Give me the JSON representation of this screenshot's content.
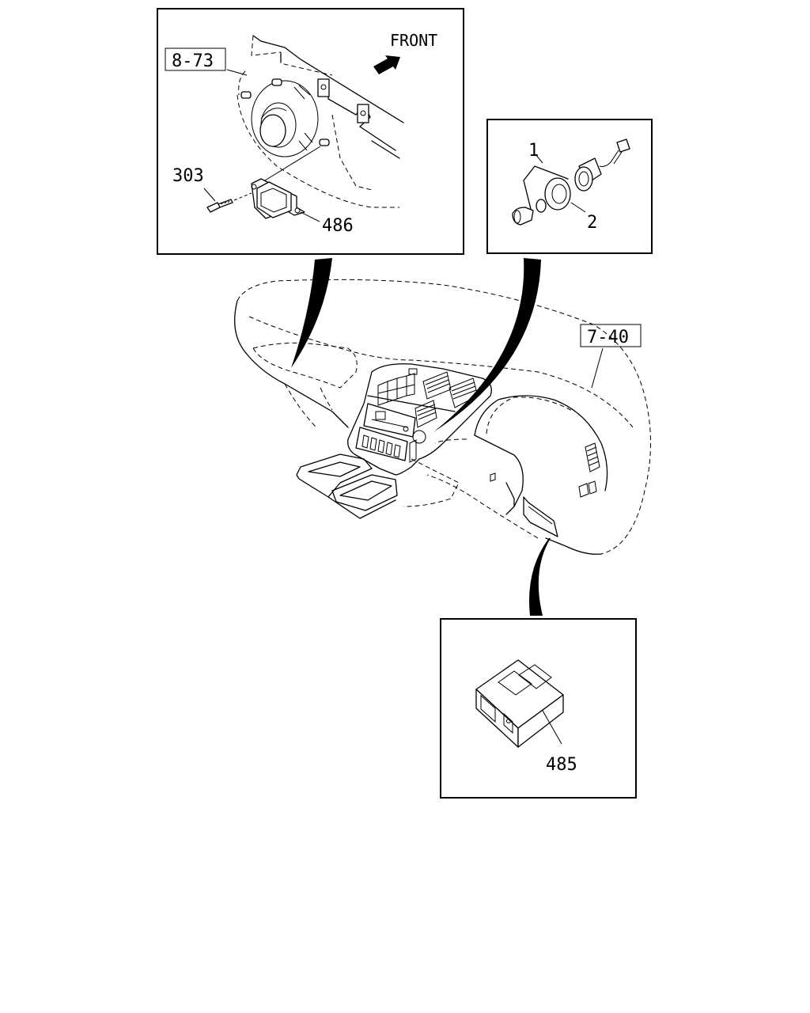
{
  "callouts": {
    "ref_8_73": "8-73",
    "ref_7_40": "7-40",
    "part_303": "303",
    "part_486": "486",
    "part_1": "1",
    "part_2": "2",
    "part_485": "485"
  },
  "direction_label": "FRONT",
  "icons": {
    "front_arrow": "arrow-icon"
  }
}
